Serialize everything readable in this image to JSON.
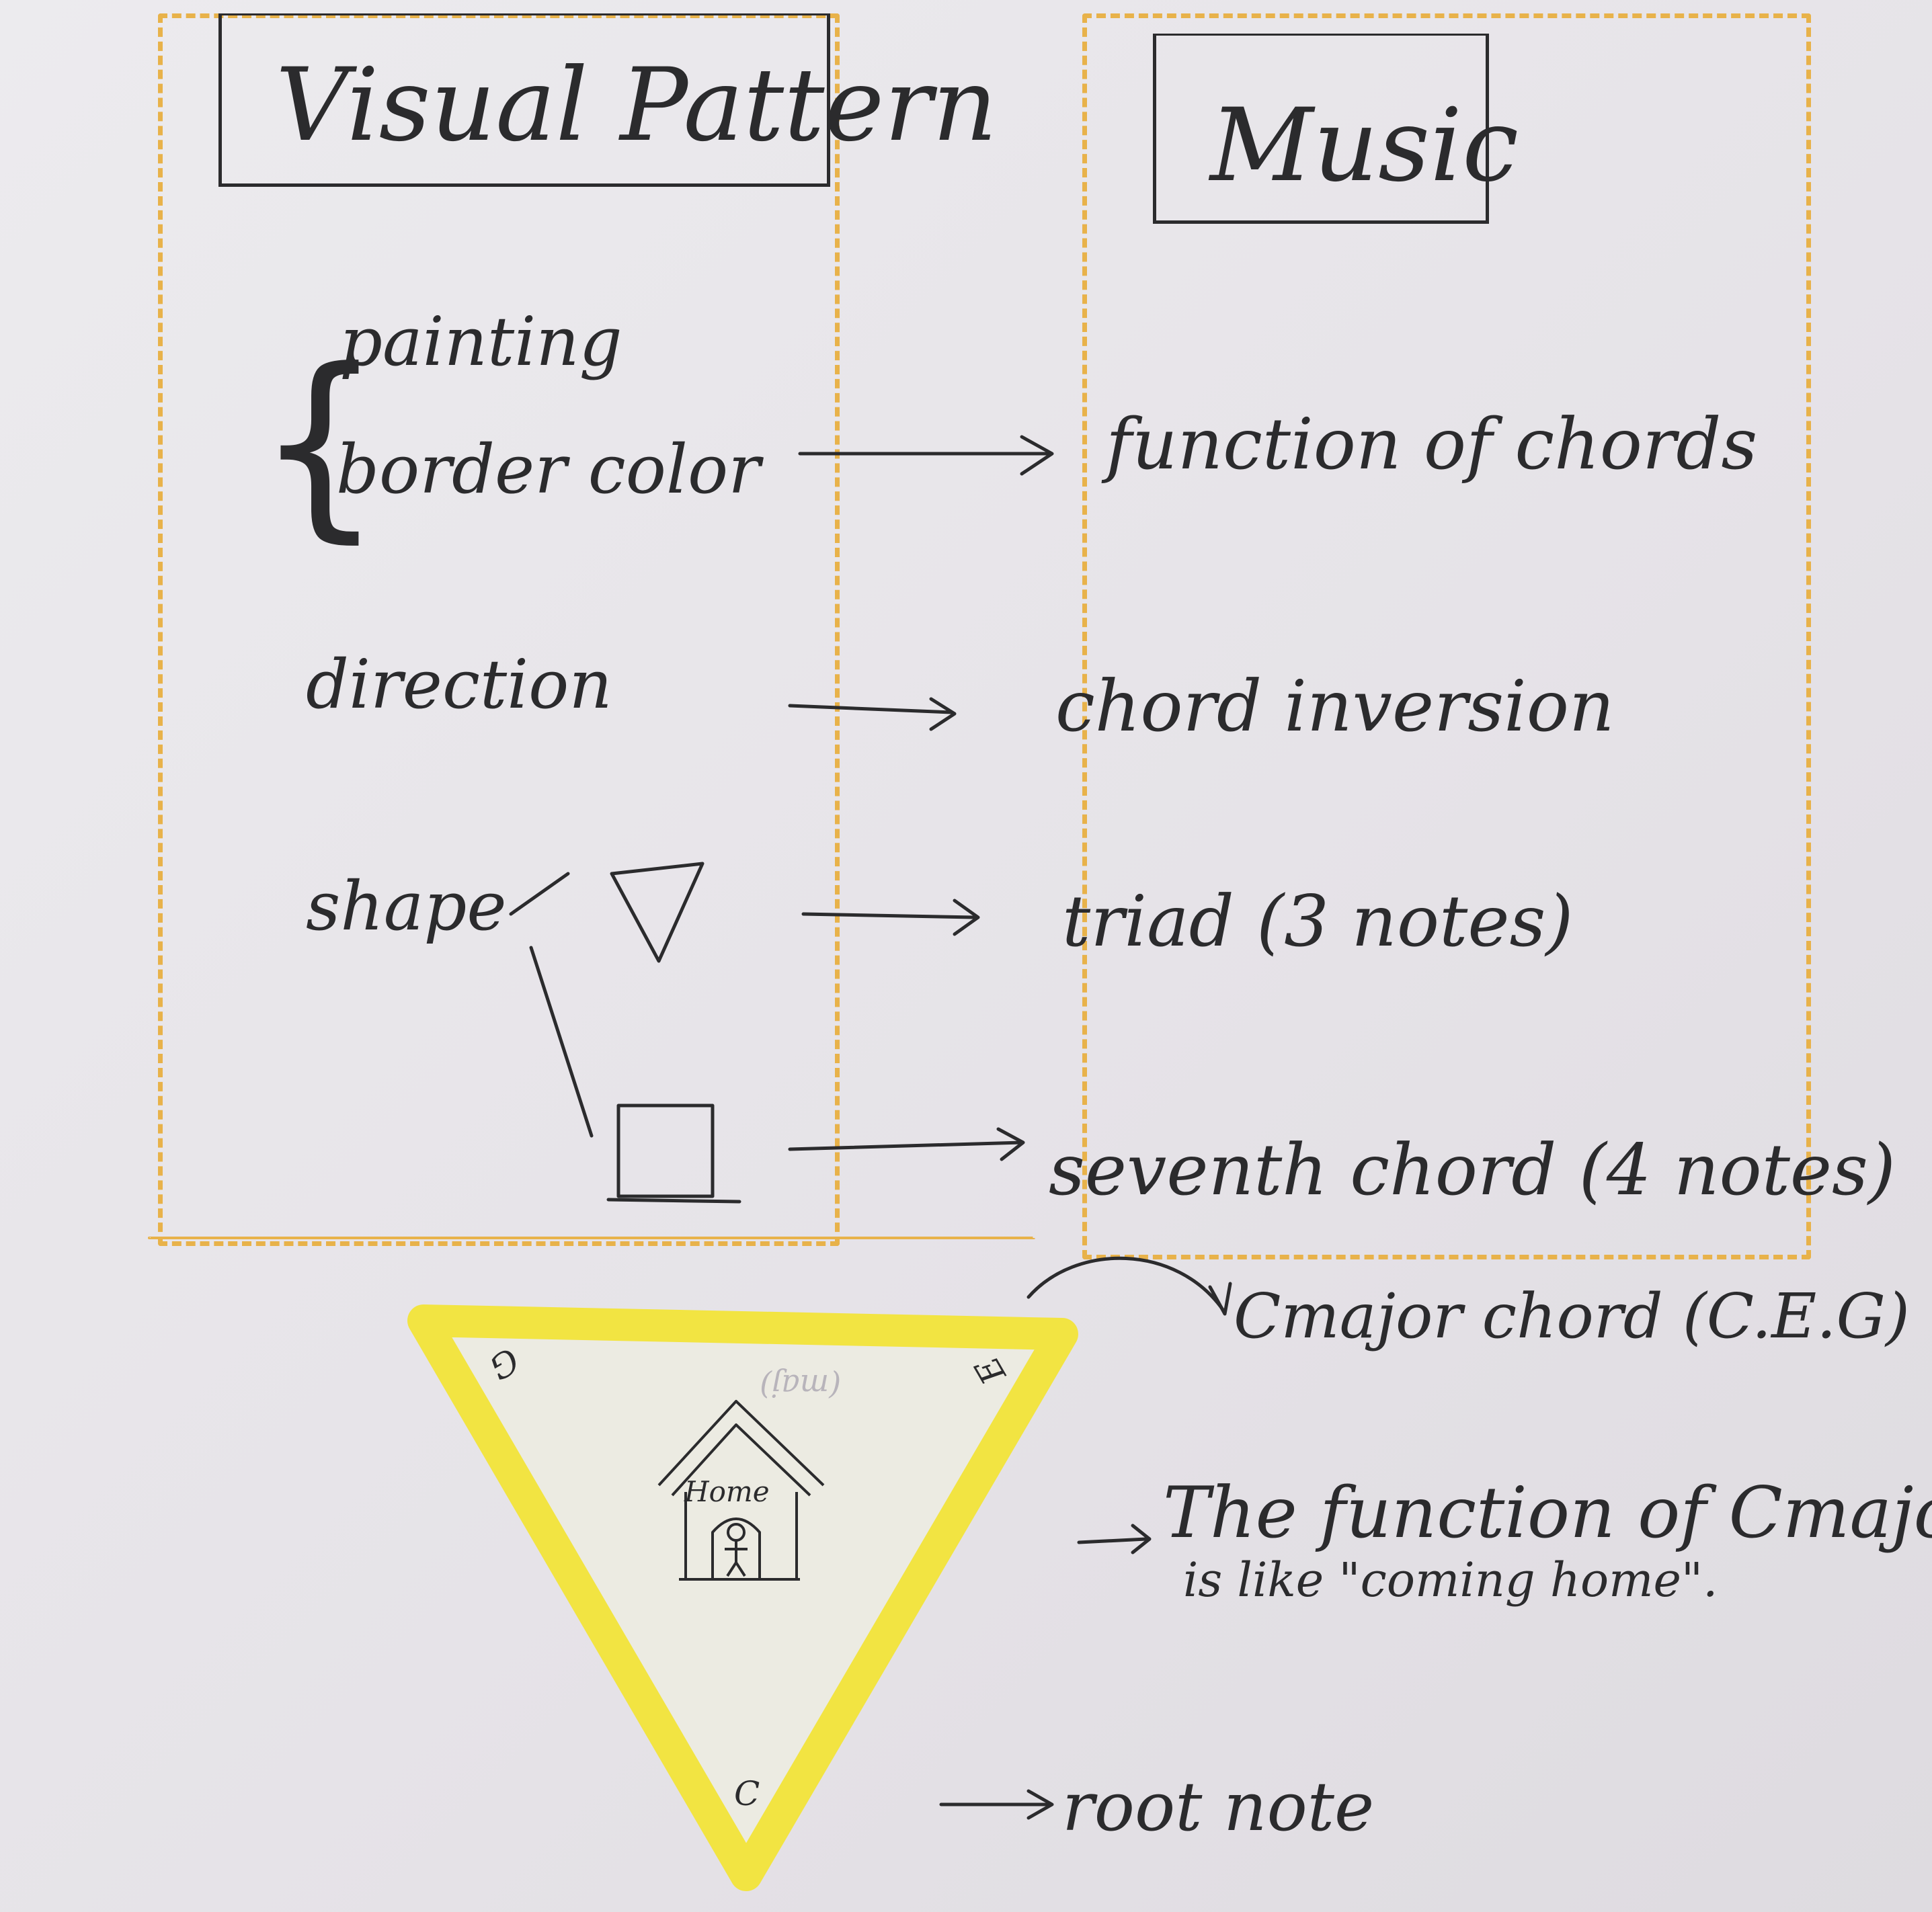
{
  "headers": {
    "left": "Visual Pattern",
    "right": "Music"
  },
  "left_items": {
    "painting": "painting",
    "border_color": "border color",
    "direction": "direction",
    "shape": "shape"
  },
  "right_items": {
    "function": "function of chords",
    "inversion": "chord inversion",
    "triad": "triad (3 notes)",
    "seventh": "seventh chord (4 notes)"
  },
  "card": {
    "house_label": "Home",
    "corner_top_left": "G",
    "corner_top_right": "E",
    "corner_bottom": "C",
    "border_color": "#f2e442",
    "faint_text": "(maj)"
  },
  "annotations": {
    "chord": "Cmajor chord (C.E.G)",
    "function_line1": "The function of Cmajor",
    "function_line2": "is like \"coming home\".",
    "root": "root note"
  },
  "colors": {
    "frame": "#e8b24a",
    "ink": "#2b2b2d",
    "card_yellow": "#f2e442"
  }
}
